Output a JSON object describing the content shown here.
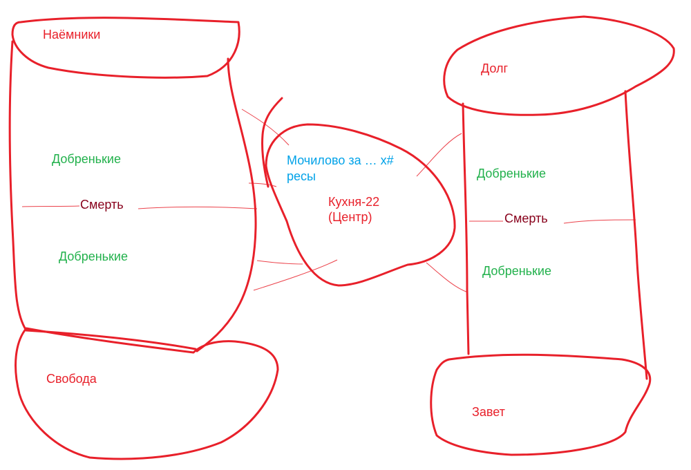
{
  "colors": {
    "stroke": "#ed1c24",
    "faction_label": "#ed1c24",
    "good_label": "#22b14c",
    "death_label": "#88001b",
    "center_top": "#00a2e8"
  },
  "left": {
    "top": "Наёмники",
    "upper_zone": "Добренькие",
    "divider": "Смерть",
    "lower_zone": "Добренькие",
    "bottom": "Свобода"
  },
  "center": {
    "line1": "Мочилово за … х#",
    "line2": "ресы",
    "title": "Кухня-22",
    "subtitle": "(Центр)"
  },
  "right": {
    "top": "Долг",
    "upper_zone": "Добренькие",
    "divider": "Смерть",
    "lower_zone": "Добренькие",
    "bottom": "Завет"
  }
}
